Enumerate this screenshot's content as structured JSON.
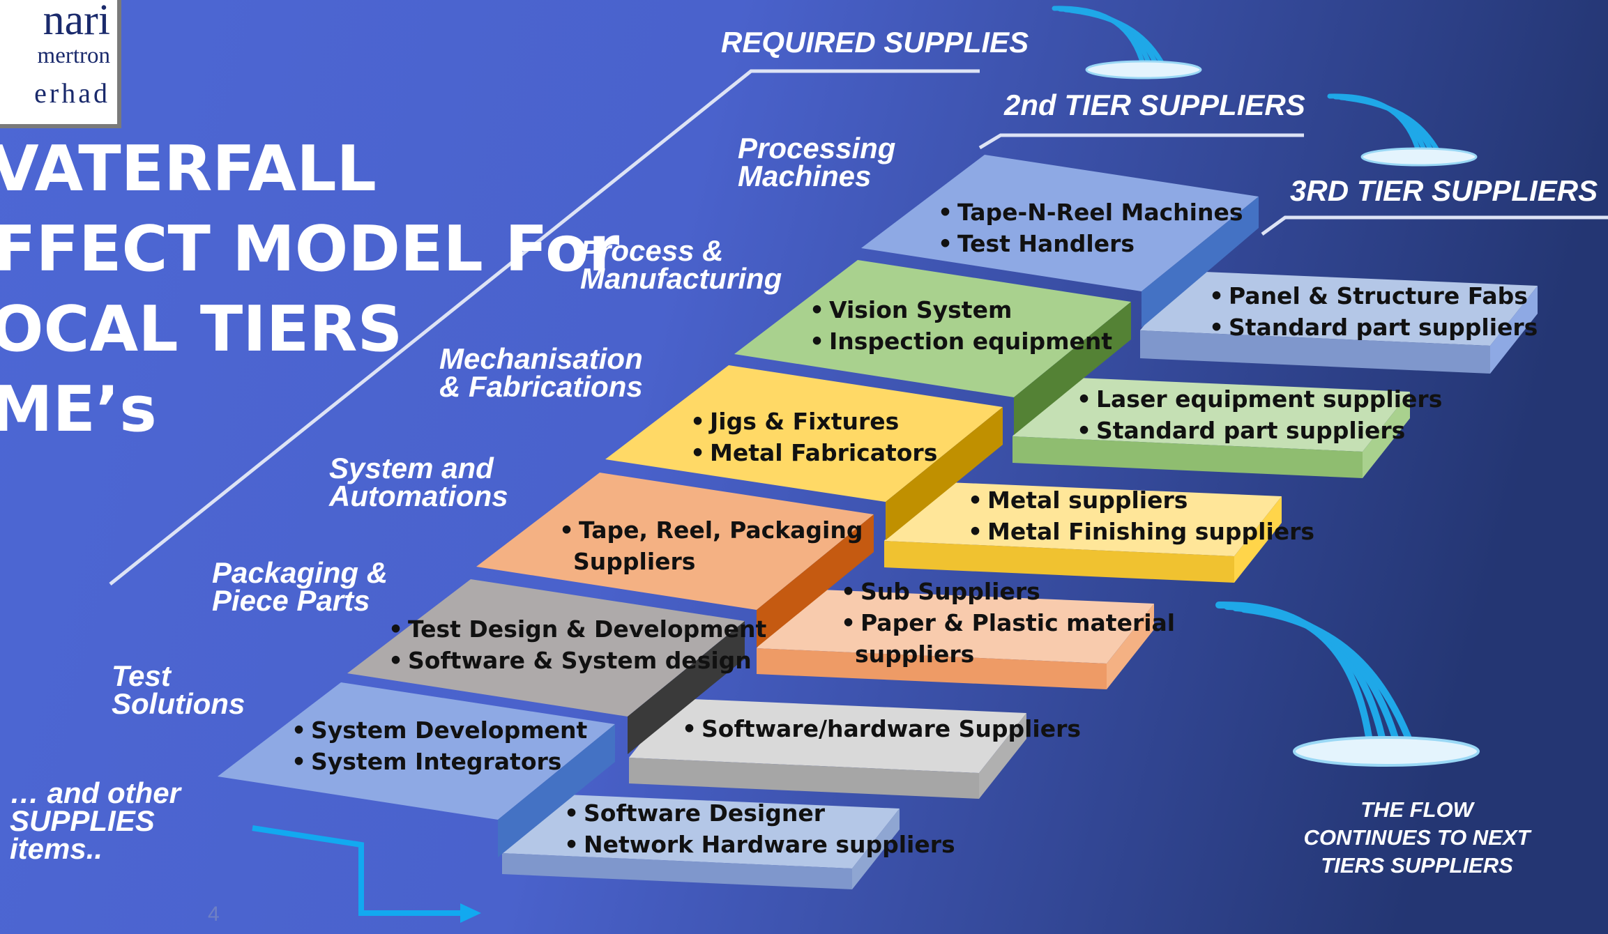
{
  "logo": {
    "line1": "nari",
    "line2": "mertron",
    "line3": "erhad"
  },
  "title_lines": [
    "VATERFALL",
    "FFECT MODEL For",
    "OCAL TIERS",
    "ME’s"
  ],
  "headers": {
    "required": "REQUIRED SUPPLIES",
    "tier2": "2nd TIER SUPPLIERS",
    "tier3": "3RD TIER SUPPLIERS"
  },
  "categories": [
    {
      "line1": "Processing",
      "line2": "Machines"
    },
    {
      "line1": "Process &",
      "line2": "Manufacturing"
    },
    {
      "line1": "Mechanisation",
      "line2": "& Fabrications"
    },
    {
      "line1": "System and",
      "line2": "Automations"
    },
    {
      "line1": "Packaging &",
      "line2": "Piece Parts"
    },
    {
      "line1": "Test",
      "line2": "Solutions"
    }
  ],
  "other_supplies": {
    "line1": "… and other",
    "line2": "SUPPLIES",
    "line3": "items.."
  },
  "tier2_steps": [
    {
      "items": [
        "Tape-N-Reel Machines",
        "Test Handlers"
      ],
      "color": "#8ea9e4"
    },
    {
      "items": [
        "Vision System",
        "Inspection equipment"
      ],
      "color": "#a9d18e"
    },
    {
      "items": [
        "Jigs & Fixtures",
        "Metal Fabricators"
      ],
      "color": "#ffd966"
    },
    {
      "items": [
        "Tape, Reel, Packaging",
        "Suppliers"
      ],
      "color": "#f4b183"
    },
    {
      "items": [
        "Test Design & Development",
        "Software & System design"
      ],
      "color": "#aeaaaa"
    },
    {
      "items": [
        "System Development",
        "System Integrators"
      ],
      "color": "#8ea9e4"
    }
  ],
  "tier3_steps": [
    {
      "items": [
        "Panel & Structure Fabs",
        "Standard part suppliers"
      ],
      "color": "#b4c7e7"
    },
    {
      "items": [
        "Laser equipment suppliers",
        "Standard part suppliers"
      ],
      "color": "#c5e0b4"
    },
    {
      "items": [
        "Metal suppliers",
        "Metal Finishing suppliers"
      ],
      "color": "#ffe699"
    },
    {
      "items": [
        "Sub Suppliers",
        "Paper & Plastic material",
        "suppliers"
      ],
      "color": "#f8cbad"
    },
    {
      "items": [
        "Software/hardware Suppliers"
      ],
      "color": "#d9d9d9"
    },
    {
      "items": [
        "Software Designer",
        "Network Hardware suppliers"
      ],
      "color": "#b4c7e7"
    }
  ],
  "flow_note": "THE FLOW CONTINUES TO NEXT TIERS SUPPLIERS",
  "page_number": "4",
  "colors": {
    "bg_left": "#4a64d0",
    "bg_right": "#263a82",
    "water": "#1fa8e8",
    "arrow": "#12a9f0"
  },
  "icons": [
    "waterfall-icon",
    "arrow-icon"
  ]
}
